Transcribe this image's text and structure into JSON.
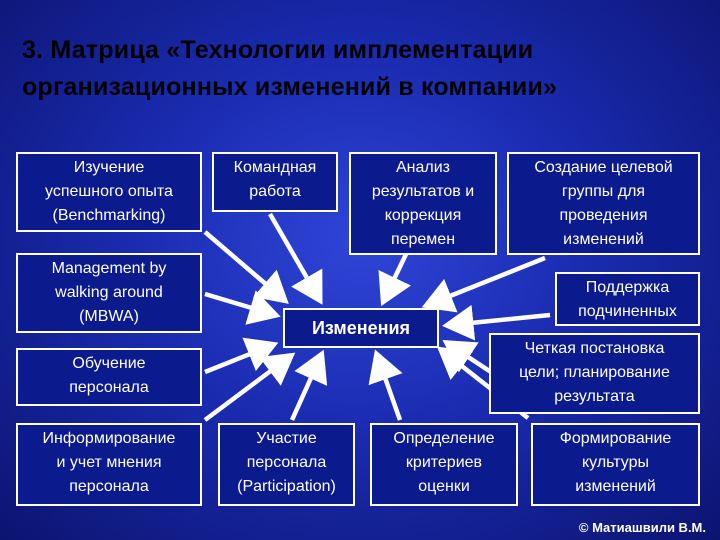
{
  "title": "3. Матрица «Технологии имплементации организационных изменений в компании»",
  "center": "Изменения",
  "boxes": {
    "benchmarking": "Изучение\nуспешного опыта\n(Benchmarking)",
    "teamwork": "Командная\nработа",
    "analysis": "Анализ\nрезультатов и\nкоррекция\nперемен",
    "target_group": "Создание целевой\nгруппы для\nпроведения\nизменений",
    "mbwa": "Management by\nwalking around\n(MBWA)",
    "support": "Поддержка\nподчиненных",
    "training": "Обучение\nперсонала",
    "goals": "Четкая постановка\nцели; планирование\nрезультата",
    "informing": "Информирование\nи учет мнения\nперсонала",
    "participation": "Участие\nперсонала\n(Participation)",
    "criteria": "Определение\nкритериев\nоценки",
    "culture": "Формирование\nкультуры\nизменений"
  },
  "copyright": "© Матиашвили В.М."
}
